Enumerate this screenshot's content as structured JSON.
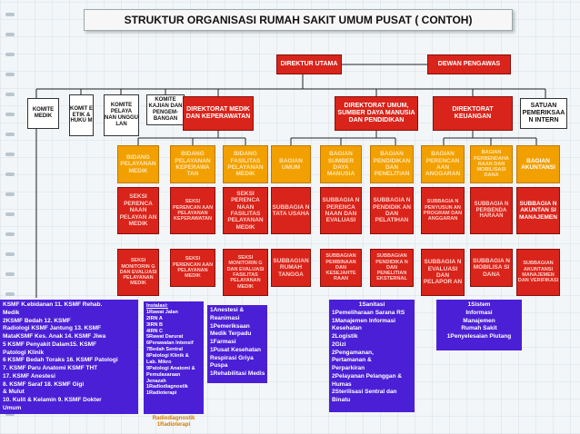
{
  "title": "STRUKTUR ORGANISASI RUMAH SAKIT UMUM PUSAT  ( CONTOH)",
  "top": {
    "direktur_utama": "DIREKTUR UTAMA",
    "dewan_pengawas": "DEWAN PENGAWAS"
  },
  "left_boxes": [
    "KOMITE MEDIK",
    "KOMIT E ETIK & HUKU M",
    "KOMITE PELAYA NAN UNGGU LAN",
    "KOMITE KAJIAN DAN PENGEM- BANGAN"
  ],
  "directorates": [
    "DIREKTORAT MEDIK DAN KEPERAWATAN",
    "DIREKTORAT UMUM, SUMBER DAYA MANUSIA DAN PENDIDIKAN",
    "DIREKTORAT KEUANGAN"
  ],
  "spi": "SATUAN PEMERIKSAA N INTERN",
  "bidang": [
    "BIDANG PELAYANAN MEDIK",
    "BIDANG PELAYANAN KEPERAWA TAN",
    "BIDANG FASILITAS PELAYANAN MEDIK",
    "BAGIAN UMUM",
    "BAGIAN SUMBER DAYA MANUSIA",
    "BAGIAN PENDIDIKAN DAN PENELITIAN",
    "BAGIAN PERENCAN AAN ANGGARAN",
    "BAGIAN PERBENDAHA RAAN DAN MOBILISASI DANA",
    "BAGIAN AKUNTANSI"
  ],
  "seksi_row1": [
    "SEKSI PERENCA NAAN PELAYAN AN MEDIK",
    "SEKSI PERENCAN AAN PELAYANAN KEPERAWATAN",
    "SEKSI PERENCA NAAN FASILITAS PELAYANAN MEDIK",
    "SUBBAGIA N TATA USAHA",
    "SUBBAGIA N PERENCA NAAN DAN EVALUASI",
    "SUBBAGIA N PENDIDIK AN DAN PELATIHAN",
    "SUBBAGIA N PENYUSUN AN PROGRAM DAN ANGGARAN",
    "SUBBAGIA N PERBENDA HARAAN",
    "SUBBAGIA N AKUNTAN SI MANAJEMEN"
  ],
  "seksi_row2": [
    "SEKSI MONITORIN G DAN EVALUASI PELAYANAN MEDIK",
    "SEKSI PERENCAN AAN PELAYANAN MEDIK",
    "SEKSI MONITORIN G DAN EVALUASI FASILITAS PELAYANAN MEDIK",
    "SUBBAGIAN RUMAH TANGGA",
    "SUBBAGIAN PEMBINAAN DAN KESEJAHTE RAAN",
    "SUBBAGIAN PENDIDIKA N DAN PENELITIAN EKSTERNAL",
    "SUBBAGIA N EVALUASI DAN PELAPOR AN",
    "SUBBAGIA N MOBILISA SI DANA",
    "SUBBAGIAN AKUNTANSI MANAJEMEN DAN VERIFIKASI"
  ],
  "ksmf_list": [
    "KSMF K.ebidanan        11.  KSMF Rehab.",
    "Medik",
    "2KSMF Bedah              12.  KSMF",
    "Radiologi KSMF Jantung 13.  KSMF",
    "MataKSMF Kes. Anak  14.  KSMF Jiwa",
    "5 KSMF Penyakit Dalam15.  KSMF",
    "Patologi Klinik",
    "6 KSMF Bedah Toraks 16.  KSMF Patologi",
    "     7.  KSMF Paru  Anatomi  KSMF THT",
    "                              17.  KSMF Anestesi",
    "8.  KSMF Saraf              18.  KSMF Gigi",
    "& Mulut",
    "10. Kulit & Kelamin  9.  KSMF Dokter",
    "Umum"
  ],
  "instalasi_list": [
    "Instalasi:",
    "1Rawat Jalan",
    "2IRN A",
    "3IRN B",
    "4IRN C",
    "5Rawat Darurat",
    "6Perawatan Intensif",
    "7Bedah Sentral",
    "8Patologi Klinik &",
    "  Lab. Mikro",
    "9Patologi Anatomi &",
    "  Pemulasaraan",
    "  Jenazah",
    "1Radiodiagnostik",
    "1Radioterapi"
  ],
  "instalasi_overflow": [
    "Radiodiagnostik",
    "1Radioterapi"
  ],
  "anestesi_list": [
    "1Anestesi &",
    "Reanimasi",
    "1Pemeriksaan",
    "Medik Terpadu",
    "1Farmasi",
    "1Pusat Kesehatan",
    "Respirasi  Griya",
    "Puspa",
    "1Rehabilitasi Medis"
  ],
  "sanitasi_list": [
    "1Sanitasi",
    "1Pemeliharaan Sarana RS",
    "1Manajemen Informasi",
    "Kesehatan",
    "2Logistik",
    "2Gizi",
    "2Pengamanan,",
    "Pertamanan &",
    "Perparkiran",
    "2Pelayanan Pelanggan &",
    "Humas",
    "2Sterilisasi Sentral dan",
    "Binatu"
  ],
  "sim_list": [
    "1Sistem",
    "Informasi",
    "Manajemen",
    "Rumah Sakit",
    "1Penyelesaian Piutang"
  ]
}
